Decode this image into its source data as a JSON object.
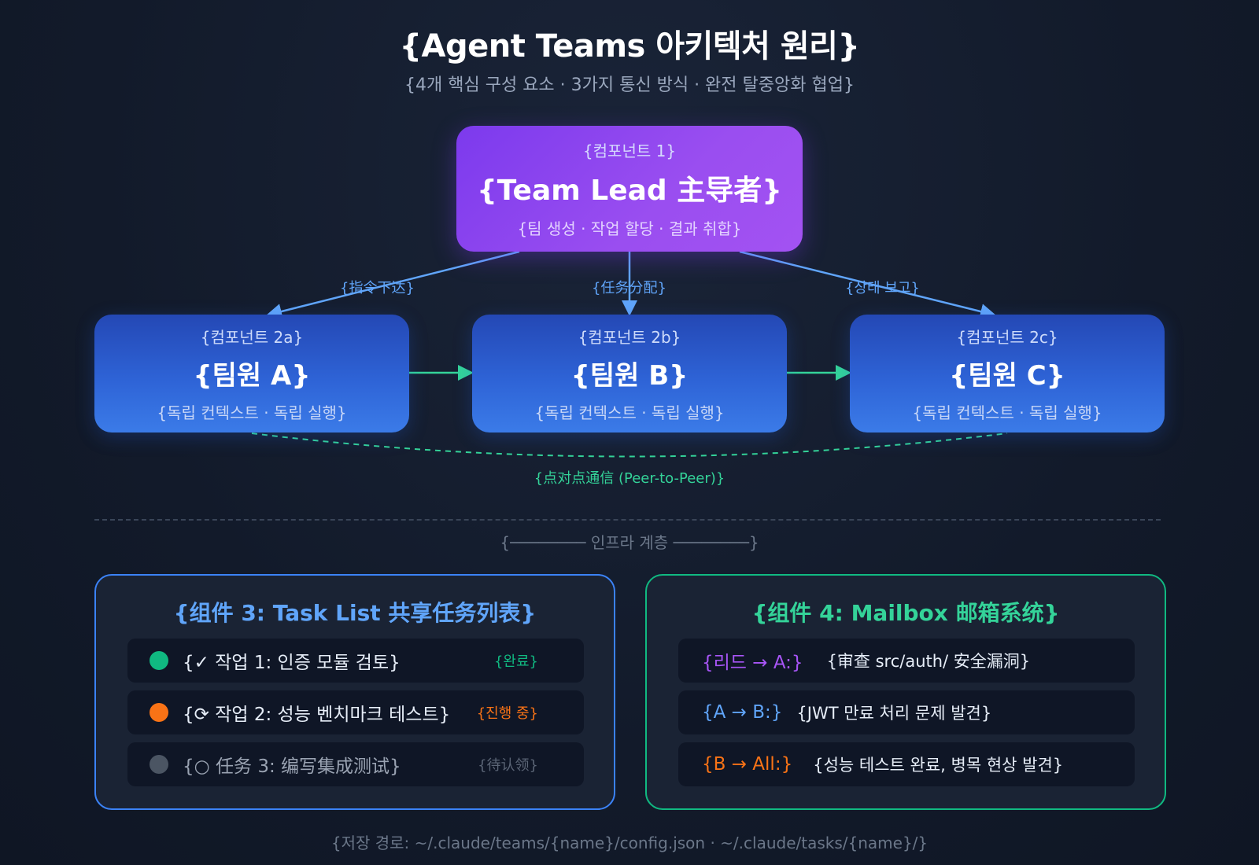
{
  "title": "{Agent Teams 아키텍처 원리}",
  "subtitle": "{4개 핵심 구성 요소 · 3가지 통신 방식 · 완전 탈중앙화 협업}",
  "colors": {
    "lead": "#8b45ef",
    "member": "#2e63d6",
    "blue_accent": "#60a5fa",
    "green_accent": "#34d399",
    "done": "#10b981",
    "in_progress": "#f97316",
    "pending": "#4b5563"
  },
  "lead": {
    "tag": "{컴포넌트 1}",
    "name": "{Team Lead 主导者}",
    "desc": "{팀 생성 · 작업 할당 · 결과 취합}"
  },
  "edges": {
    "left_label": "{指令下达}",
    "middle_label": "{任务分配}",
    "right_label": "{상태 보고}",
    "p2p_label": "{点对点通信 (Peer-to-Peer)}"
  },
  "members": [
    {
      "tag": "{컴포넌트 2a}",
      "name": "{팀원 A}",
      "desc": "{독립 컨텍스트 · 독립 실행}"
    },
    {
      "tag": "{컴포넌트 2b}",
      "name": "{팀원 B}",
      "desc": "{독립 컨텍스트 · 독립 실행}"
    },
    {
      "tag": "{컴포넌트 2c}",
      "name": "{팀원 C}",
      "desc": "{독립 컨텍스트 · 독립 실행}"
    }
  ],
  "infra_label": "{──────── 인프라 계층 ────────}",
  "task_list": {
    "title": "{组件 3: Task List 共享任务列表}",
    "items": [
      {
        "text": "{✓ 작업 1: 인증 모듈 검토}",
        "status": "{완료}",
        "status_color": "#10b981",
        "dot_color": "#10b981",
        "text_color": "#e6edf7"
      },
      {
        "text": "{⟳ 작업 2: 성능 벤치마크 테스트}",
        "status": "{진행 중}",
        "status_color": "#f97316",
        "dot_color": "#f97316",
        "text_color": "#e6edf7"
      },
      {
        "text": "{○ 任务 3: 编写集成测试}",
        "status": "{待认领}",
        "status_color": "#5b6576",
        "dot_color": "#4b5563",
        "text_color": "#9aa3b2"
      }
    ]
  },
  "mailbox": {
    "title": "{组件 4: Mailbox 邮箱系统}",
    "items": [
      {
        "from": "{리드 → A:}",
        "message": "{审查 src/auth/ 安全漏洞}",
        "from_color": "#a855f7"
      },
      {
        "from": "{A → B:}",
        "message": "{JWT 만료 처리 문제 발견}",
        "from_color": "#60a5fa"
      },
      {
        "from": "{B → All:}",
        "message": "{성능 테스트 완료, 병목 현상 발견}",
        "from_color": "#f97316"
      }
    ]
  },
  "footer": "{저장 경로: ~/.claude/teams/{name}/config.json · ~/.claude/tasks/{name}/}"
}
